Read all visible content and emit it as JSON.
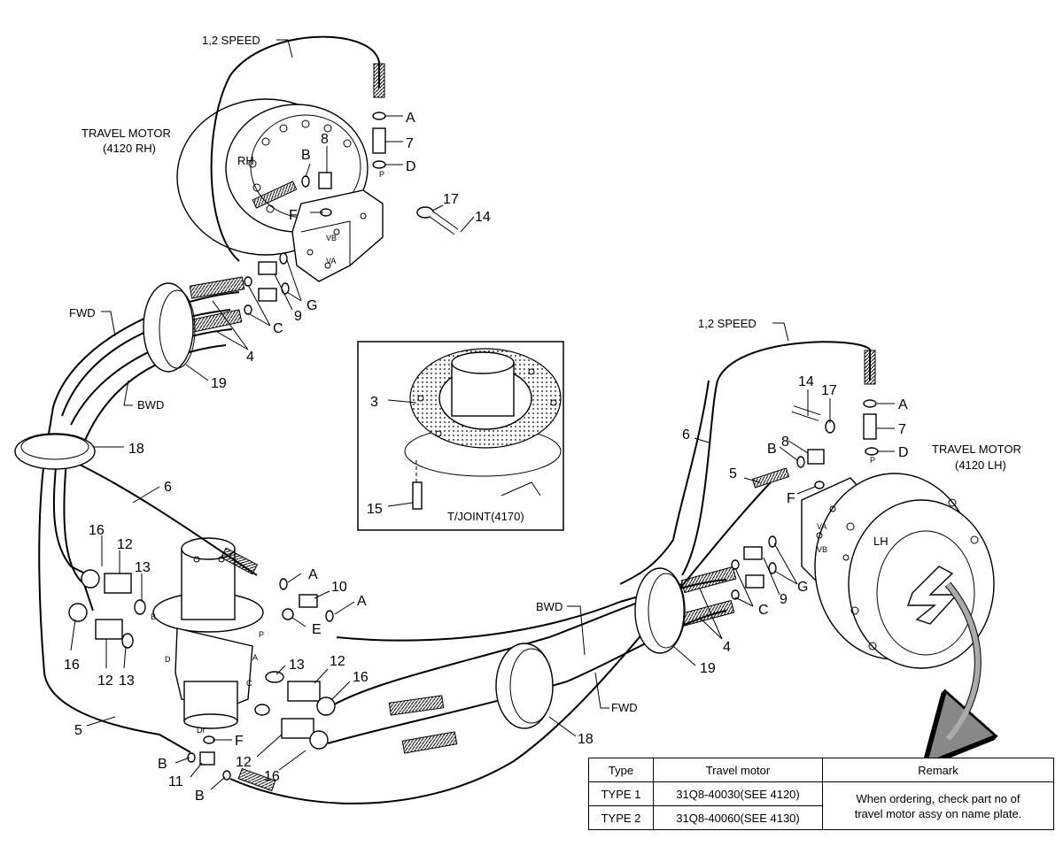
{
  "labels": {
    "speed_top": "1,2 SPEED",
    "speed_right": "1,2 SPEED",
    "rh_title_1": "TRAVEL MOTOR",
    "rh_title_2": "(4120 RH)",
    "lh_title_1": "TRAVEL MOTOR",
    "lh_title_2": "(4120 LH)",
    "rh": "RH",
    "lh": "LH",
    "fwd_top": "FWD",
    "bwd_top": "BWD",
    "bwd_mid": "BWD",
    "fwd_mid": "FWD",
    "tjoint": "T/JOINT(4170)",
    "p_upper": "P",
    "p_right": "P",
    "a_small": "A",
    "b_small": "B",
    "c_small": "C",
    "d_small": "D",
    "dr_small": "Dr",
    "p_small": "P",
    "va_upper": "VA",
    "vb_upper": "VB",
    "va_right": "VA",
    "vb_right": "VB",
    "d_left": "D"
  },
  "callouts": {
    "A1": "A",
    "c7a": "7",
    "D1": "D",
    "c8a": "8",
    "B1": "B",
    "c17a": "17",
    "c14a": "14",
    "F1": "F",
    "G1": "G",
    "c9a": "9",
    "C1": "C",
    "c4a": "4",
    "c19a": "19",
    "c18a": "18",
    "c6a": "6",
    "c3": "3",
    "c15": "15",
    "c14b": "14",
    "c17b": "17",
    "A2": "A",
    "c7b": "7",
    "c8b": "8",
    "B2": "B",
    "D2": "D",
    "c5a": "5",
    "F2": "F",
    "c6b": "6",
    "G2": "G",
    "c9b": "9",
    "C2": "C",
    "c4b": "4",
    "c19b": "19",
    "c18b": "18",
    "c16a": "16",
    "c12a": "12",
    "c13a": "13",
    "A3": "A",
    "c10": "10",
    "A4": "A",
    "E1": "E",
    "c16b": "16",
    "c12b": "12",
    "c13b": "13",
    "c13c": "13",
    "c12c": "12",
    "c16c": "16",
    "c5b": "5",
    "F3": "F",
    "c12d": "12",
    "c16d": "16",
    "B3": "B",
    "c11": "11",
    "B4": "B"
  },
  "table": {
    "headers": [
      "Type",
      "Travel motor",
      "Remark"
    ],
    "rows": [
      {
        "type": "TYPE 1",
        "motor": "31Q8-40030(SEE 4120)"
      },
      {
        "type": "TYPE 2",
        "motor": "31Q8-40060(SEE 4130)"
      }
    ],
    "remark_1": "When ordering, check part no of",
    "remark_2": "travel motor assy on name plate."
  }
}
